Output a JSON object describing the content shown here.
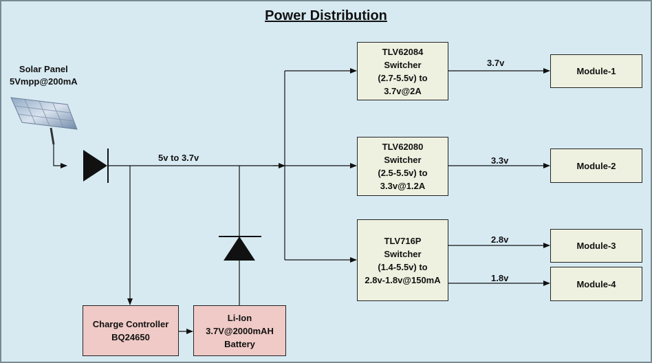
{
  "title": "Power Distribution",
  "solar": {
    "line1": "Solar Panel",
    "line2": "5Vmpp@200mA"
  },
  "bus_label": "5v to 3.7v",
  "regulators": [
    {
      "l1": "TLV62084",
      "l2": "Switcher",
      "l3": "(2.7-5.5v) to",
      "l4": "3.7v@2A"
    },
    {
      "l1": "TLV62080",
      "l2": "Switcher",
      "l3": "(2.5-5.5v) to",
      "l4": "3.3v@1.2A"
    },
    {
      "l1": "TLV716P",
      "l2": "Switcher",
      "l3": "(1.4-5.5v) to",
      "l4": "2.8v-1.8v@150mA"
    }
  ],
  "voltages": [
    "3.7v",
    "3.3v",
    "2.8v",
    "1.8v"
  ],
  "modules": [
    "Module-1",
    "Module-2",
    "Module-3",
    "Module-4"
  ],
  "charger": {
    "l1": "Charge Controller",
    "l2": "BQ24650"
  },
  "battery": {
    "l1": "Li-Ion",
    "l2": "3.7V@2000mAH",
    "l3": "Battery"
  }
}
